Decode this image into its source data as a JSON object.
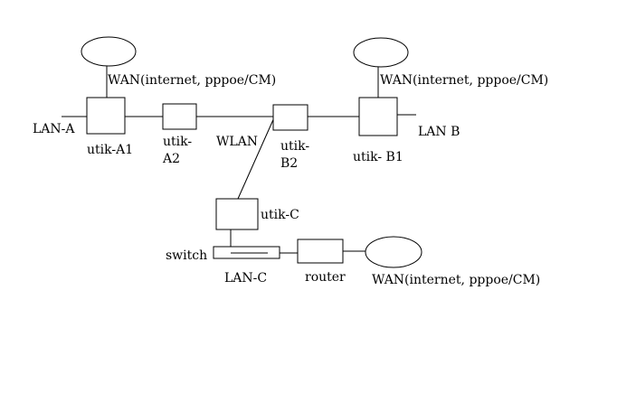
{
  "labels": {
    "wan_a": "WAN(internet, pppoe/CM)",
    "wan_b": "WAN(internet, pppoe/CM)",
    "wan_c": "WAN(internet, pppoe/CM)",
    "lan_a": "LAN-A",
    "lan_b": "LAN B",
    "lan_c": "LAN-C",
    "wlan": "WLAN",
    "utik_a1": "utik-A1",
    "utik_a2_line1": "utik-",
    "utik_a2_line2": "A2",
    "utik_b2_line1": "utik-",
    "utik_b2_line2": "B2",
    "utik_b1": "utik- B1",
    "utik_c": "utik-C",
    "switch": "switch",
    "router": "router"
  }
}
